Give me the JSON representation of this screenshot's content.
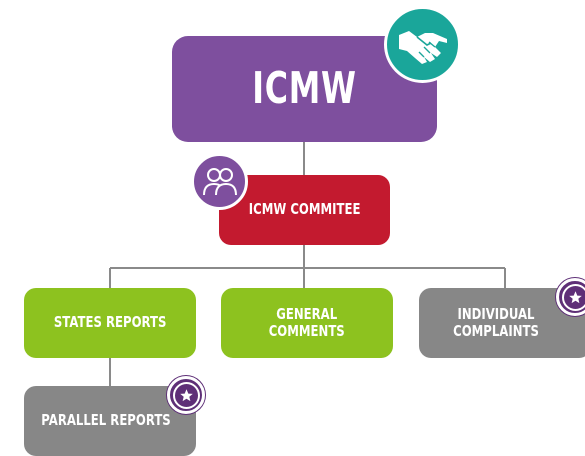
{
  "diagram": {
    "root": {
      "label": "ICMW",
      "icon": "handshake-icon"
    },
    "committee": {
      "label": "ICMW COMMITEE",
      "icon": "people-icon"
    },
    "children": [
      {
        "label_lines": [
          "STATES REPORTS"
        ]
      },
      {
        "label_lines": [
          "GENERAL",
          "COMMENTS"
        ]
      },
      {
        "label_lines": [
          "INDIVIDUAL",
          "COMPLAINTS"
        ],
        "icon": "star-icon"
      }
    ],
    "sub_child": {
      "label": "PARALLEL REPORTS",
      "icon": "star-icon"
    }
  },
  "colors": {
    "root": "#7e4f9e",
    "committee": "#c31a2f",
    "green_boxes": "#8dc21f",
    "grey_boxes": "#878787",
    "handshake_badge": "#1aa69a",
    "star_badge": "#5e2f77",
    "connectors": "#8a8a8a"
  }
}
